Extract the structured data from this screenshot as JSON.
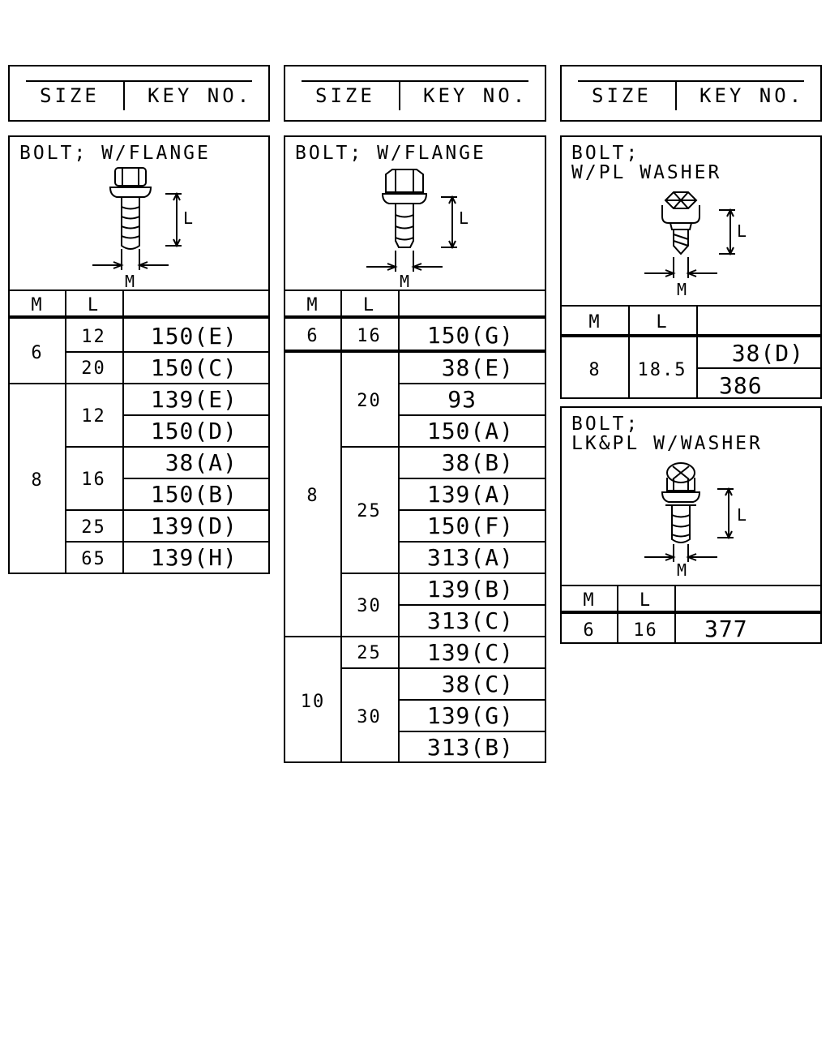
{
  "headers": [
    {
      "size": "SIZE",
      "key": "KEY NO."
    },
    {
      "size": "SIZE",
      "key": "KEY NO."
    },
    {
      "size": "SIZE",
      "key": "KEY NO."
    }
  ],
  "dim_labels": {
    "length": "L",
    "diameter": "M"
  },
  "col_headers": {
    "m": "M",
    "l": "L"
  },
  "panel1": {
    "title": "BOLT; W/FLANGE",
    "rows": [
      {
        "m": "6",
        "l": "12",
        "key": "150(E)"
      },
      {
        "m": "6",
        "l": "20",
        "key": "150(C)"
      },
      {
        "m": "8",
        "l": "12",
        "key": "139(E)"
      },
      {
        "m": "8",
        "l": "12",
        "key": "150(D)"
      },
      {
        "m": "8",
        "l": "16",
        "key": "38(A)"
      },
      {
        "m": "8",
        "l": "16",
        "key": "150(B)"
      },
      {
        "m": "8",
        "l": "25",
        "key": "139(D)"
      },
      {
        "m": "8",
        "l": "65",
        "key": "139(H)"
      }
    ]
  },
  "panel2": {
    "title": "BOLT; W/FLANGE",
    "rows": [
      {
        "m": "6",
        "l": "16",
        "key": "150(G)"
      },
      {
        "m": "8",
        "l": "20",
        "key": "38(E)"
      },
      {
        "m": "8",
        "l": "20",
        "key": "93"
      },
      {
        "m": "8",
        "l": "20",
        "key": "150(A)"
      },
      {
        "m": "8",
        "l": "25",
        "key": "38(B)"
      },
      {
        "m": "8",
        "l": "25",
        "key": "139(A)"
      },
      {
        "m": "8",
        "l": "25",
        "key": "150(F)"
      },
      {
        "m": "8",
        "l": "25",
        "key": "313(A)"
      },
      {
        "m": "8",
        "l": "30",
        "key": "139(B)"
      },
      {
        "m": "8",
        "l": "30",
        "key": "313(C)"
      },
      {
        "m": "10",
        "l": "25",
        "key": "139(C)"
      },
      {
        "m": "10",
        "l": "30",
        "key": "38(C)"
      },
      {
        "m": "10",
        "l": "30",
        "key": "139(G)"
      },
      {
        "m": "10",
        "l": "30",
        "key": "313(B)"
      }
    ]
  },
  "panel3": {
    "title_line1": "BOLT;",
    "title_line2": "W/PL WASHER",
    "rows": [
      {
        "m": "8",
        "l": "18.5",
        "key": "38(D)"
      },
      {
        "m": "8",
        "l": "18.5",
        "key": "386"
      }
    ]
  },
  "panel4": {
    "title_line1": "BOLT;",
    "title_line2": "LK&PL W/WASHER",
    "rows": [
      {
        "m": "6",
        "l": "16",
        "key": "377"
      }
    ]
  }
}
